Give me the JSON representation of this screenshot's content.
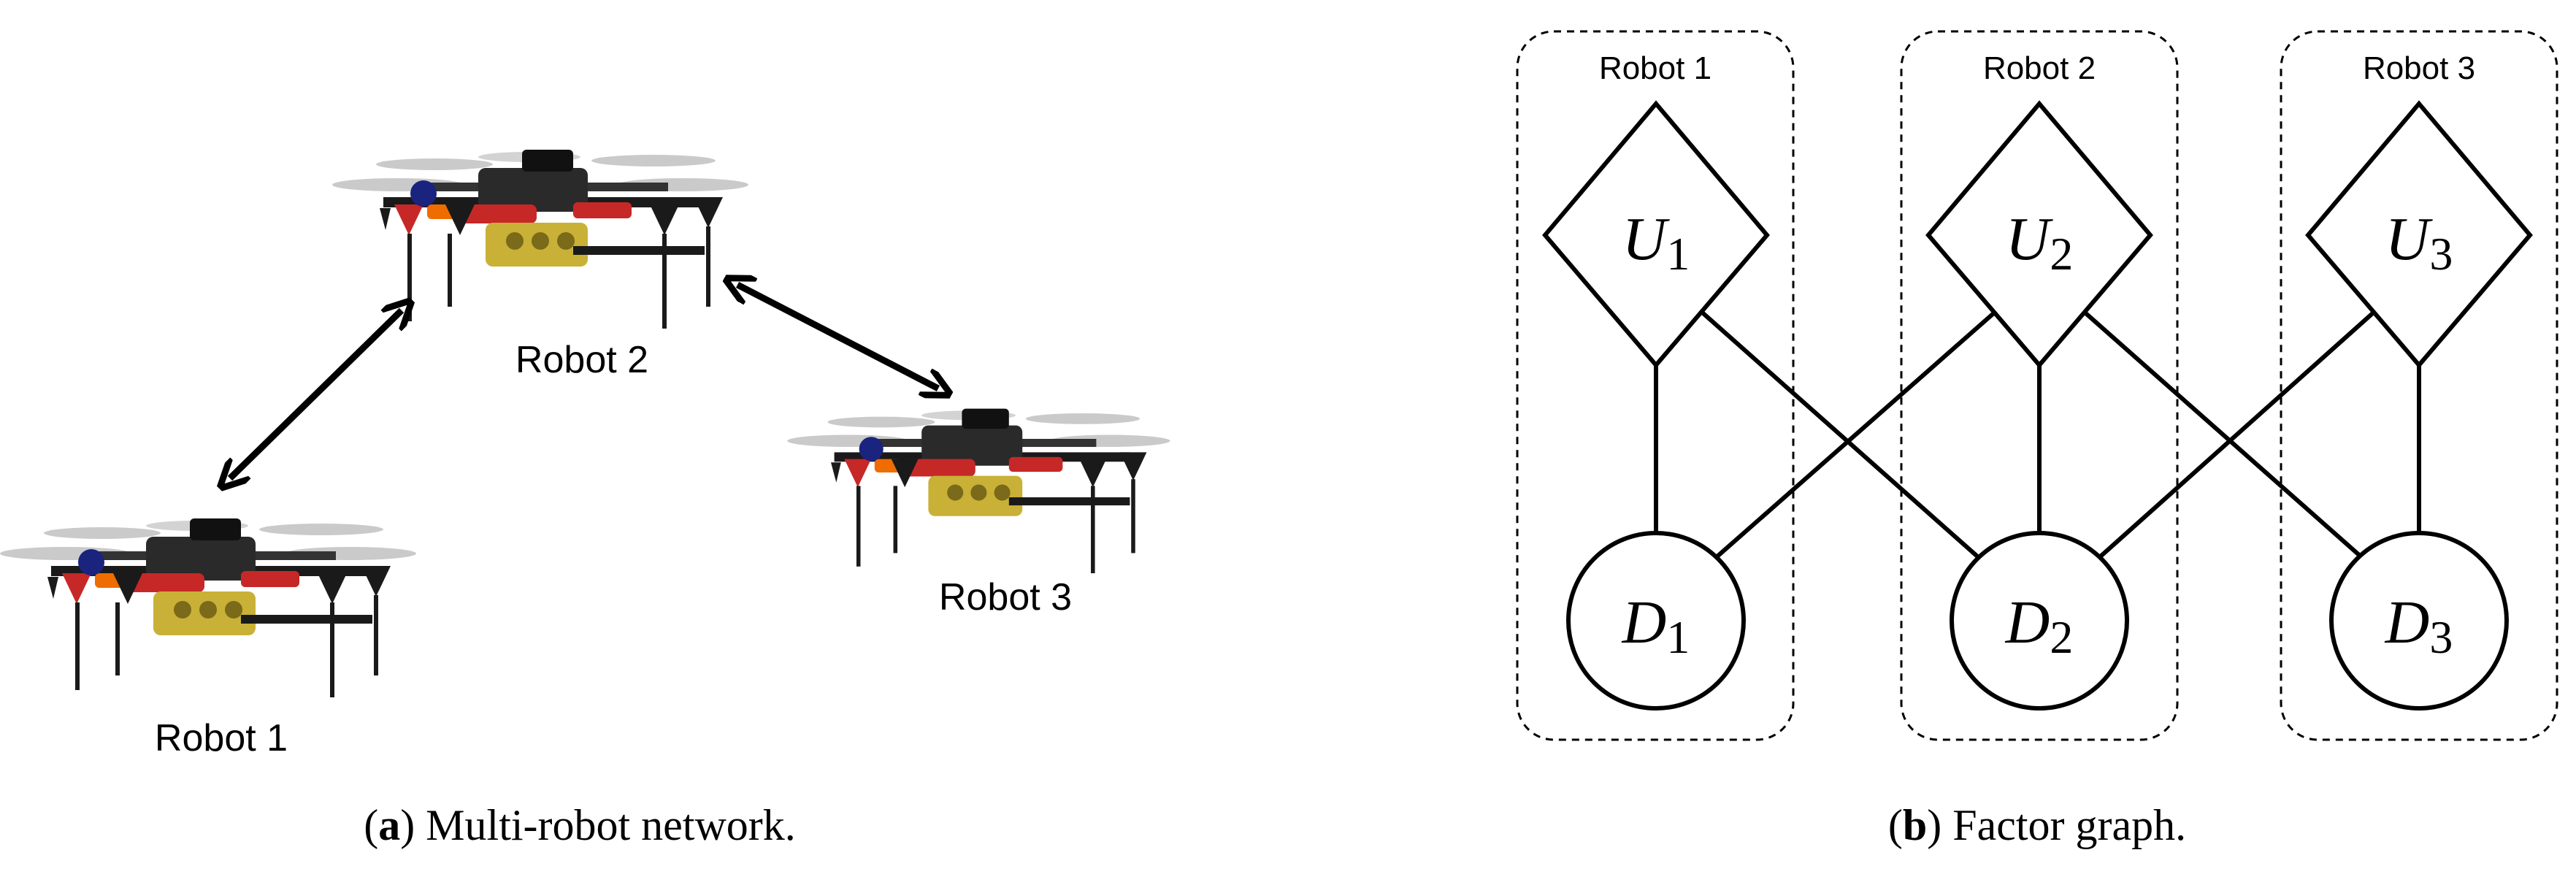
{
  "panel_a": {
    "caption": {
      "open": "(",
      "letter": "a",
      "close": ")",
      "text": " Multi-robot network."
    },
    "robots": [
      {
        "label": "Robot 1"
      },
      {
        "label": "Robot 2"
      },
      {
        "label": "Robot 3"
      }
    ],
    "links": [
      {
        "from": "Robot 1",
        "to": "Robot 2"
      },
      {
        "from": "Robot 2",
        "to": "Robot 3"
      }
    ]
  },
  "panel_b": {
    "caption": {
      "open": "(",
      "letter": "b",
      "close": ")",
      "text": " Factor graph."
    },
    "groups": [
      {
        "label": "Robot 1",
        "factor": {
          "letter": "U",
          "sub": "1"
        },
        "variable": {
          "letter": "D",
          "sub": "1"
        }
      },
      {
        "label": "Robot 2",
        "factor": {
          "letter": "U",
          "sub": "2"
        },
        "variable": {
          "letter": "D",
          "sub": "2"
        }
      },
      {
        "label": "Robot 3",
        "factor": {
          "letter": "U",
          "sub": "3"
        },
        "variable": {
          "letter": "D",
          "sub": "3"
        }
      }
    ],
    "edges": [
      [
        "U1",
        "D1"
      ],
      [
        "U1",
        "D2"
      ],
      [
        "U2",
        "D1"
      ],
      [
        "U2",
        "D2"
      ],
      [
        "U2",
        "D3"
      ],
      [
        "U3",
        "D2"
      ],
      [
        "U3",
        "D3"
      ]
    ]
  },
  "colors": {
    "ink": "#000000",
    "drone_frame": "#1a1a1a",
    "drone_red": "#c62828",
    "drone_orange": "#ef6c00",
    "drone_gold": "#c9b037",
    "drone_blue": "#1a237e",
    "propeller": "#9e9e9e"
  }
}
